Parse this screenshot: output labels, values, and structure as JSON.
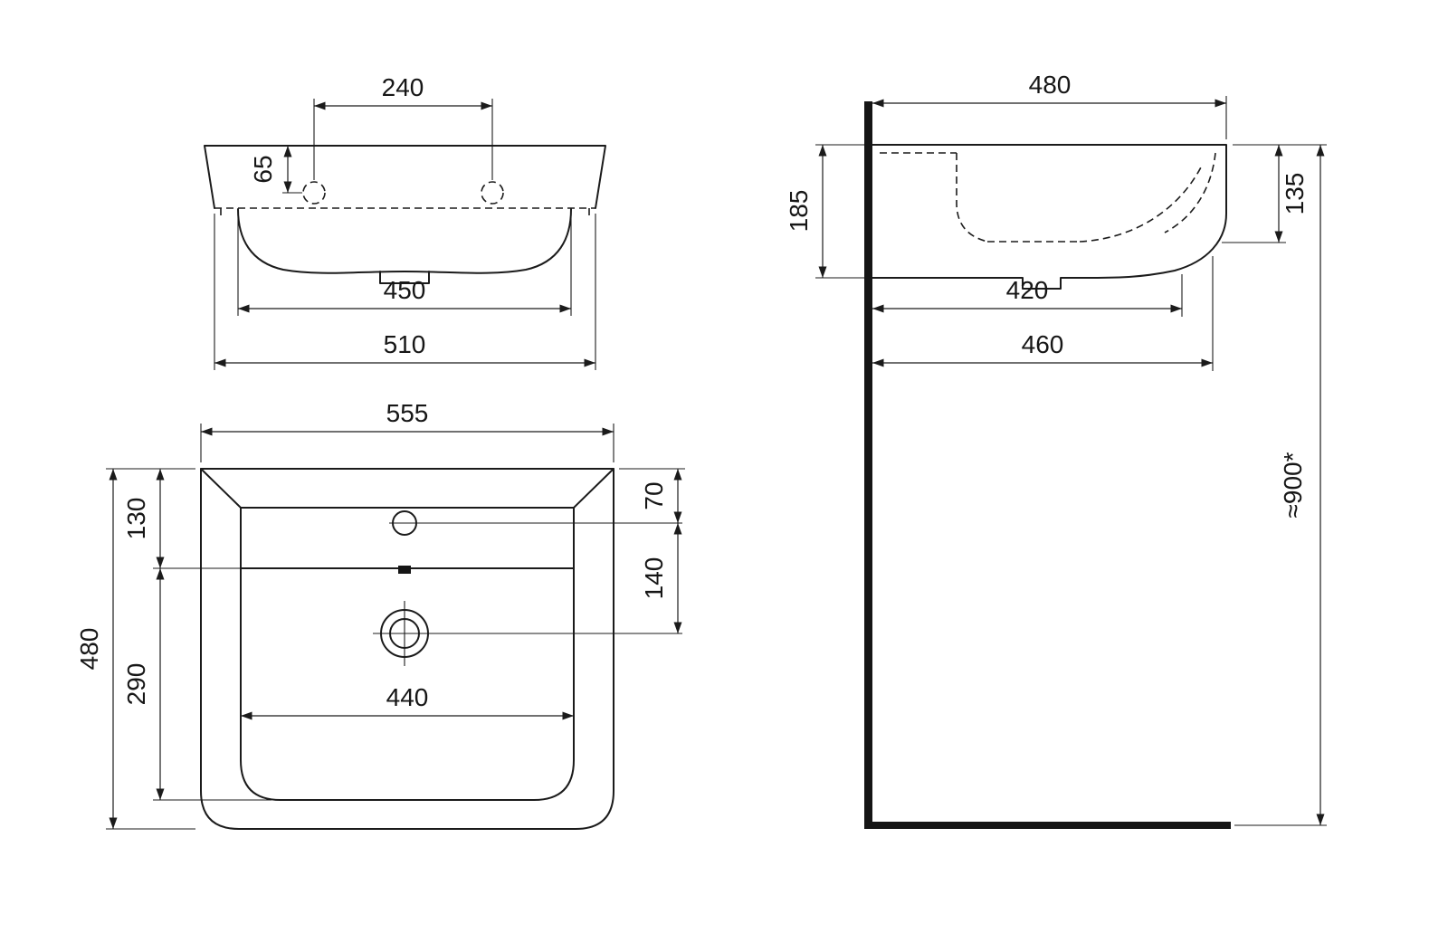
{
  "colors": {
    "line": "#1b1b1b",
    "background": "#ffffff"
  },
  "front_view": {
    "dim_tap_spacing": "240",
    "dim_tap_drop": "65",
    "dim_bowl_width": "450",
    "dim_rim_width": "510"
  },
  "plan_view": {
    "dim_overall_width": "555",
    "dim_edge_to_bowl": "130",
    "dim_bowl_length": "290",
    "dim_overall_depth": "480",
    "dim_tap_inset": "70",
    "dim_tap_to_drain": "140",
    "dim_inner_width": "440"
  },
  "side_view": {
    "dim_overall_depth": "480",
    "dim_back_height": "185",
    "dim_front_height": "135",
    "dim_bottom_depth": "420",
    "dim_lower_depth": "460",
    "dim_mounting_height": "≈900*"
  }
}
